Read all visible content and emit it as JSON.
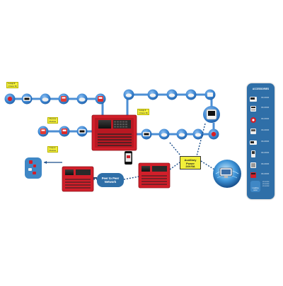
{
  "loop2_label": {
    "line1": "Loop 2",
    "line2": "(Class B)"
  },
  "loop1_label": {
    "line1": "Loop 1",
    "line2": "(Class B)"
  },
  "module_top": {
    "line1": "Monitor",
    "line2": "Module"
  },
  "module_bottom": {
    "line1": "Output",
    "line2": "Module"
  },
  "peer_to_peer": {
    "line1": "Peer to Peer",
    "line2": "Network"
  },
  "aux_power": {
    "line1": "Auxiliary",
    "line2": "Power",
    "line3": "24V/3A"
  },
  "accessories": {
    "title": "ACCESSORIES",
    "items": [
      {
        "code": "XX-XXXX",
        "icon": "panel-icon"
      },
      {
        "code": "XX-XXXX",
        "icon": "keypad-icon"
      },
      {
        "code": "XX-XXXX",
        "icon": "sounder-icon"
      },
      {
        "code": "XX-XXXX",
        "icon": "module-icon"
      },
      {
        "code": "XX-XXXX",
        "icon": "repeater-icon"
      },
      {
        "code": "XX-XXXX",
        "icon": "device-icon"
      },
      {
        "code": "XX-XXXX",
        "icon": "card-icon"
      },
      {
        "code": "XX-XXXX",
        "icon": "mini-panel-icon"
      }
    ],
    "cloud_label": "Loading soon",
    "extra_codes": [
      "XX-XXXX",
      "XX-XXXX",
      "XX-XXXX"
    ]
  },
  "colors": {
    "loop_line": "#4d8fd4",
    "node_fill": "#4a8ed6",
    "panel_red": "#d11f2a",
    "label_yellow": "#f2ef3a",
    "accessory_panel": "#2f6fa8"
  }
}
